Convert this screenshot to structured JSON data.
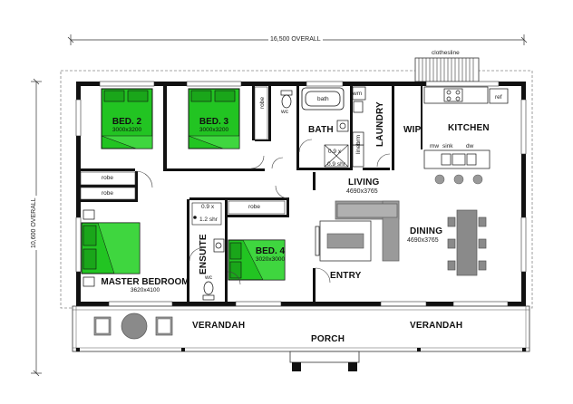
{
  "overall": {
    "width_label": "16,500 OVERALL",
    "height_label": "10,600 OVERALL"
  },
  "labels": {
    "clothesline": "clothesline",
    "robe": "robe",
    "wc": "wc",
    "bath_fixture": "bath",
    "wm": "wm",
    "linen": "linen",
    "brm": "brm",
    "shr_a": "0.9 x",
    "shr_b": "0.9 shr",
    "ens_shr_a": "0.9 x",
    "ens_shr_b": "1.2 shr",
    "fridge": "ref",
    "mw": "mw",
    "sink": "sink",
    "dw": "dw"
  },
  "rooms": {
    "bed2": {
      "name": "BED. 2",
      "dims": "3000x3200"
    },
    "bed3": {
      "name": "BED. 3",
      "dims": "3000x3200"
    },
    "bed4": {
      "name": "BED. 4",
      "dims": "3020x3000"
    },
    "master": {
      "name": "MASTER BEDROOM",
      "dims": "3620x4100"
    },
    "bath": {
      "name": "BATH"
    },
    "laundry": {
      "name": "LAUNDRY"
    },
    "wip": {
      "name": "WIP"
    },
    "kitchen": {
      "name": "KITCHEN"
    },
    "living": {
      "name": "LIVING",
      "dims": "4690x3765"
    },
    "dining": {
      "name": "DINING",
      "dims": "4690x3765"
    },
    "entry": {
      "name": "ENTRY"
    },
    "ensuite": {
      "name": "ENSUITE"
    },
    "verandah_left": {
      "name": "VERANDAH"
    },
    "verandah_right": {
      "name": "VERANDAH"
    },
    "porch": {
      "name": "PORCH"
    }
  },
  "colors": {
    "bed_green": "#22c422",
    "wall": "#111111",
    "sofa": "#9a9a9a"
  }
}
